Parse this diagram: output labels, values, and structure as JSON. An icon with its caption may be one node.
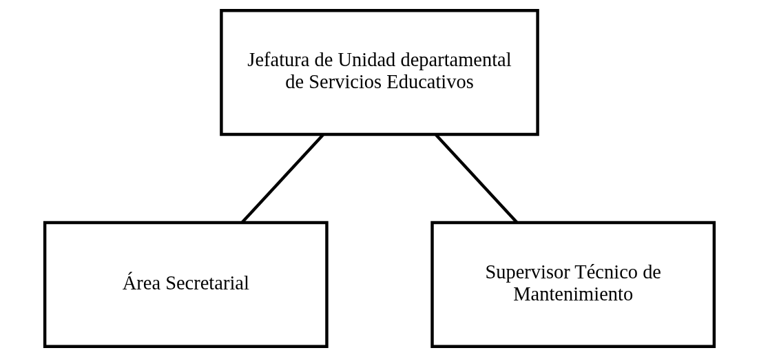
{
  "diagram": {
    "nodes": [
      {
        "text": [
          "Jefatura de Unidad departamental de Servicios Educativos"
        ]
      },
      {
        "text": [
          "Área Secretarial"
        ]
      },
      {
        "text": [
          "Supervisor Técnico de Mantenimiento"
        ]
      }
    ],
    "edges": [
      {
        "from": 0,
        "to": 1,
        "arrow": "none"
      },
      {
        "from": 0,
        "to": 2,
        "arrow": "none"
      }
    ]
  }
}
